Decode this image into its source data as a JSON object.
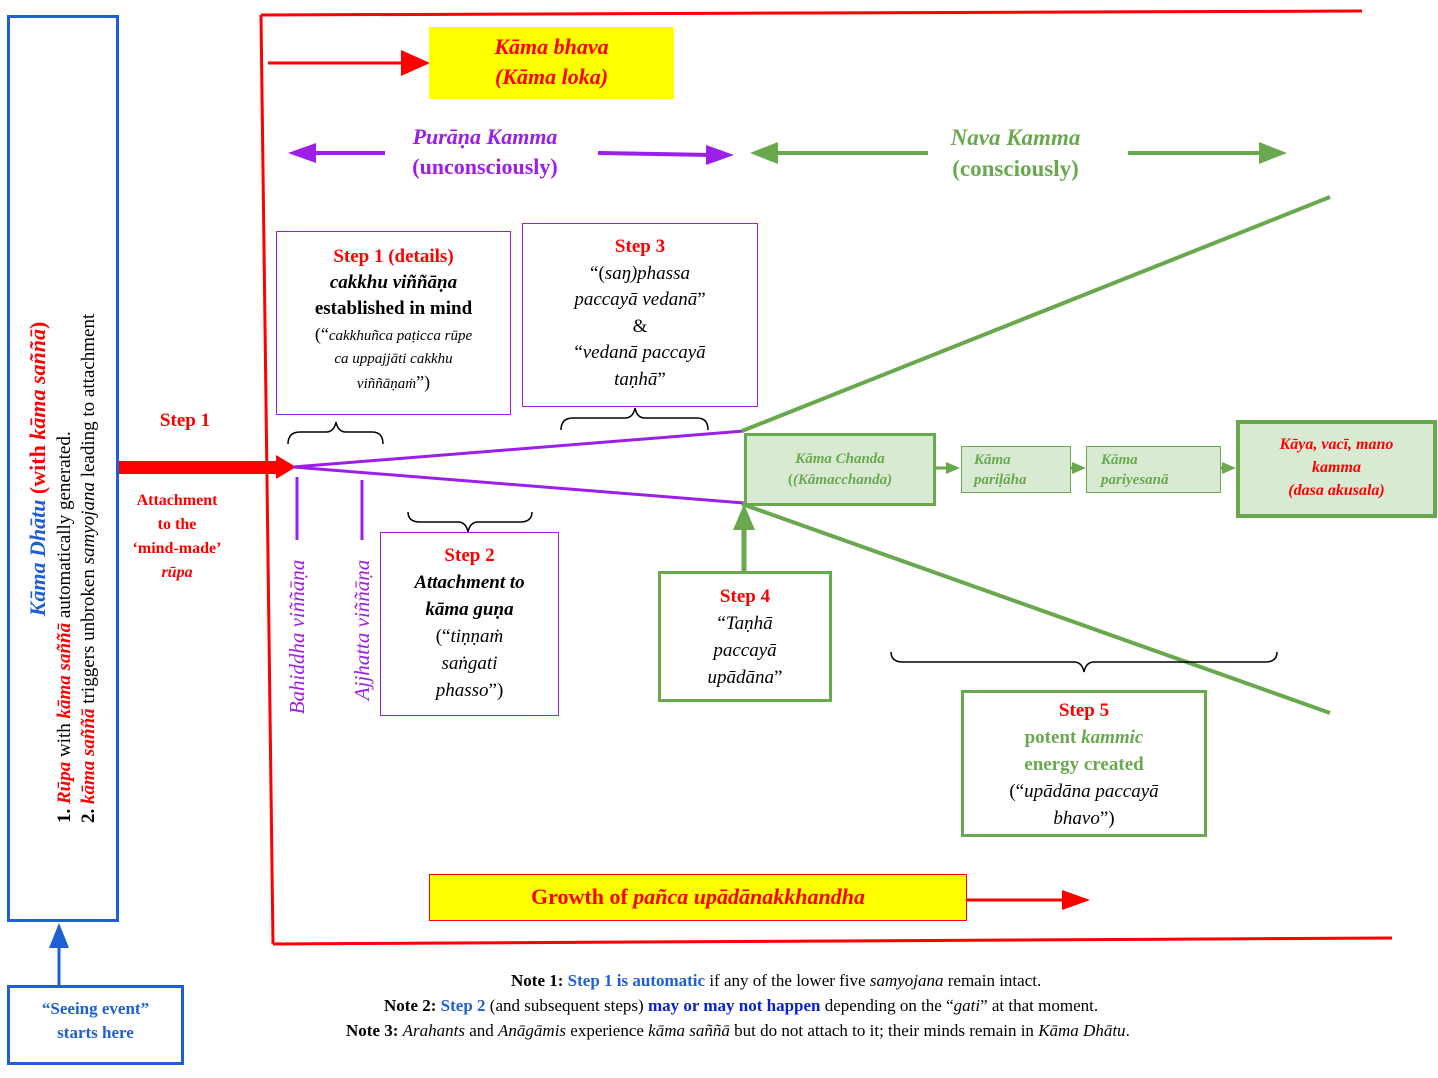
{
  "left_panel": {
    "title_1": "Kāma Dhātu",
    "title_2": " (with ",
    "title_3": "kāma saññā",
    "title_4": ")",
    "line1_num": "1. ",
    "line1_a": "Rūpa",
    "line1_b": " with ",
    "line1_c": "kāma saññā",
    "line1_d": " automatically generated.",
    "line2_num": "2. ",
    "line2_a": "kāma saññā",
    "line2_b": " triggers unbroken ",
    "line2_c": "samyojana",
    "line2_d": " leading to attachment"
  },
  "seeing_event": {
    "line1": "“Seeing event”",
    "line2": "starts here"
  },
  "step1_left": {
    "label": "Step 1",
    "attach_1": "Attachment",
    "attach_2": "to the",
    "attach_3": "‘mind-made’",
    "attach_4": "rūpa"
  },
  "kama_bhava": {
    "line1": "Kāma bhava",
    "line2": "(Kāma loka)"
  },
  "purana": {
    "line1": "Purāṇa Kamma",
    "line2": "(unconsciously)"
  },
  "nava": {
    "line1": "Nava Kamma",
    "line2": "(consciously)"
  },
  "step1_details": {
    "title": "Step 1 (details)",
    "l1": "cakkhu viññāṇa",
    "l2": "established in mind",
    "q_open": "(“",
    "q1": "cakkhuñca paṭicca rūpe",
    "q2": "ca uppajjāti cakkhu",
    "q3": "viññāṇaṁ",
    "q_close": "”)"
  },
  "step3": {
    "title": "Step 3",
    "l1_a": "“(",
    "l1_b": "saŋ)phassa",
    "l2": "paccayā vedanā",
    "l2_close": "”",
    "amp": "&",
    "l3_open": "“",
    "l3": "vedanā paccayā",
    "l4": "taṇhā",
    "l4_close": "”"
  },
  "step2": {
    "title": "Step 2",
    "l1": "Attachment to",
    "l2": "kāma guṇa",
    "q_open": "(“",
    "q1": "tiṇṇaṁ",
    "q2": "saṅgati",
    "q3": "phasso",
    "q_close": "”)"
  },
  "step4": {
    "title": "Step 4",
    "l1_open": "“",
    "l1": "Taṇhā",
    "l2": "paccayā",
    "l3": "upādāna",
    "l3_close": "”"
  },
  "step5": {
    "title": "Step 5",
    "l1_a": "potent ",
    "l1_b": "kammic",
    "l2": "energy created",
    "q_open": "(“",
    "q1": "upādāna paccayā",
    "q2": "bhavo",
    "q_close": "”)"
  },
  "vertical_labels": {
    "bahiddha": "Bahiddha viññāṇa",
    "ajjhatta": "Ajjhatta viññāṇa"
  },
  "kama_chanda": {
    "l1": "Kāma Chanda",
    "l2": "(Kāmacchanda)"
  },
  "kama_parilaha": {
    "l1": "Kāma",
    "l2": "pariḷāha"
  },
  "kama_pariyesana": {
    "l1": "Kāma",
    "l2": "pariyesanā"
  },
  "kaya": {
    "l1": "Kāya, vacī, mano",
    "l2": "kamma",
    "l3": "(dasa akusala)"
  },
  "growth": {
    "a": "Growth of ",
    "b": "pañca upādānakkhandha"
  },
  "notes": {
    "n1_label": "Note 1: ",
    "n1_a": "Step 1 is automatic",
    "n1_b": " if any of the lower five ",
    "n1_c": "samyojana",
    "n1_d": " remain intact.",
    "n2_label": "Note 2: ",
    "n2_a": "Step 2",
    "n2_b": " (and subsequent steps) ",
    "n2_c": "may or may not happen",
    "n2_d": " depending on the “",
    "n2_e": "gati",
    "n2_f": "” at that moment.",
    "n3_label": "Note 3:  ",
    "n3_a": "Arahants",
    "n3_b": " and ",
    "n3_c": "Anāgāmis",
    "n3_d": " experience ",
    "n3_e": "kāma saññā",
    "n3_f": " but do not attach to it; their minds remain in ",
    "n3_g": "Kāma Dhātu",
    "n3_h": "."
  },
  "colors": {
    "red": "#ff0000",
    "blue": "#1f5fd6",
    "purple": "#9b1fe8",
    "green": "#6aa84f",
    "yellow": "#ffff00",
    "light_green": "#d9ead3"
  }
}
